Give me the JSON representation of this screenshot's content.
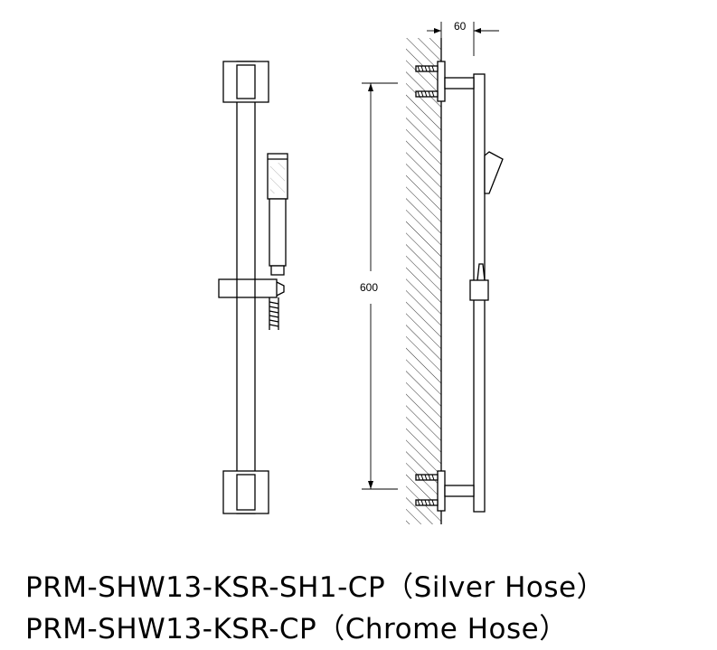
{
  "dimensions": {
    "offset": "60",
    "height": "600"
  },
  "captions": [
    "PRM-SHW13-KSR-SH1-CP（Silver Hose）",
    "PRM-SHW13-KSR-CP（Chrome Hose）"
  ],
  "colors": {
    "line": "#000000",
    "background": "#ffffff"
  }
}
